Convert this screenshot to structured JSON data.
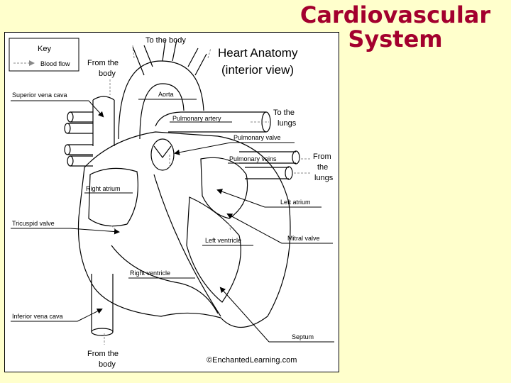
{
  "slide": {
    "title_line1": "Cardiovascular",
    "title_line2": "System"
  },
  "diagram": {
    "heading_line1": "Heart Anatomy",
    "heading_line2": "(interior view)",
    "key_title": "Key",
    "key_item": "Blood flow",
    "copyright": "©EnchantedLearning.com",
    "labels": {
      "superior_vena_cava": "Superior vena cava",
      "aorta": "Aorta",
      "pulmonary_artery": "Pulmonary artery",
      "pulmonary_valve": "Pulmonary valve",
      "pulmonary_veins": "Pulmonary veins",
      "right_atrium": "Right atrium",
      "left_atrium": "Left atrium",
      "tricuspid_valve": "Tricuspid valve",
      "mitral_valve": "Mitral valve",
      "left_ventricle": "Left ventricle",
      "right_ventricle": "Right ventricle",
      "inferior_vena_cava": "Inferior vena cava",
      "septum": "Septum"
    },
    "flow_notes": {
      "to_body_top": "To the body",
      "from_body_top_1": "From the",
      "from_body_top_2": "body",
      "to_lungs_1": "To the",
      "to_lungs_2": "lungs",
      "from_lungs_1": "From",
      "from_lungs_2": "the",
      "from_lungs_3": "lungs",
      "from_body_bottom_1": "From the",
      "from_body_bottom_2": "body"
    }
  }
}
